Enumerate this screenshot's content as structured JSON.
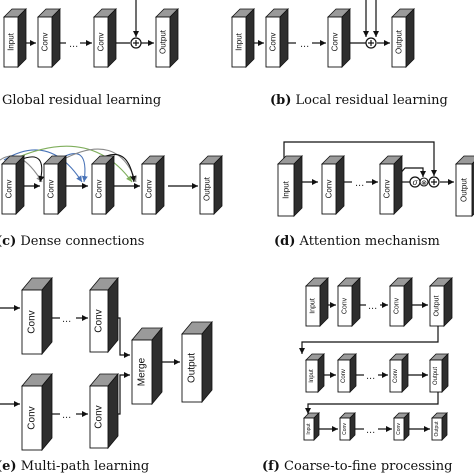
{
  "colors": {
    "front": "#ffffff",
    "side": "#2e2e2e",
    "top": "#9a9a9a",
    "line": "#111111",
    "dense_blue": "#4a74b8",
    "dense_green": "#7fae5c",
    "dense_gray": "#8a8a8a"
  },
  "panels": {
    "a": {
      "tag": "",
      "caption": "Global residual learning",
      "blocks": [
        "Input",
        "Conv",
        "Conv",
        "Output"
      ],
      "dots": "..."
    },
    "b": {
      "tag": "(b)",
      "caption": "Local residual learning",
      "blocks": [
        "Input",
        "Conv",
        "Conv",
        "Output"
      ],
      "dots": "..."
    },
    "c": {
      "tag": "(c)",
      "caption": "Dense connections",
      "blocks": [
        "Conv",
        "Conv",
        "Conv",
        "Conv",
        "Output"
      ],
      "dots": ""
    },
    "d": {
      "tag": "(d)",
      "caption": "Attention mechanism",
      "blocks": [
        "Input",
        "Conv",
        "Conv",
        "Output"
      ],
      "dots": "...",
      "ops": [
        "σ",
        "⊗",
        "⊕"
      ]
    },
    "e": {
      "tag": "(e)",
      "caption": "Multi-path learning",
      "blocks": [
        "Conv",
        "Conv",
        "Conv",
        "Conv",
        "Merge",
        "Output"
      ],
      "dots": "..."
    },
    "f": {
      "tag": "(f)",
      "caption": "Coarse-to-fine processing",
      "blocks": [
        "Input",
        "Conv",
        "Conv",
        "Output",
        "Input",
        "Conv",
        "Conv",
        "Output",
        "Input",
        "Conv",
        "Conv",
        "Output"
      ],
      "dots": "..."
    }
  }
}
